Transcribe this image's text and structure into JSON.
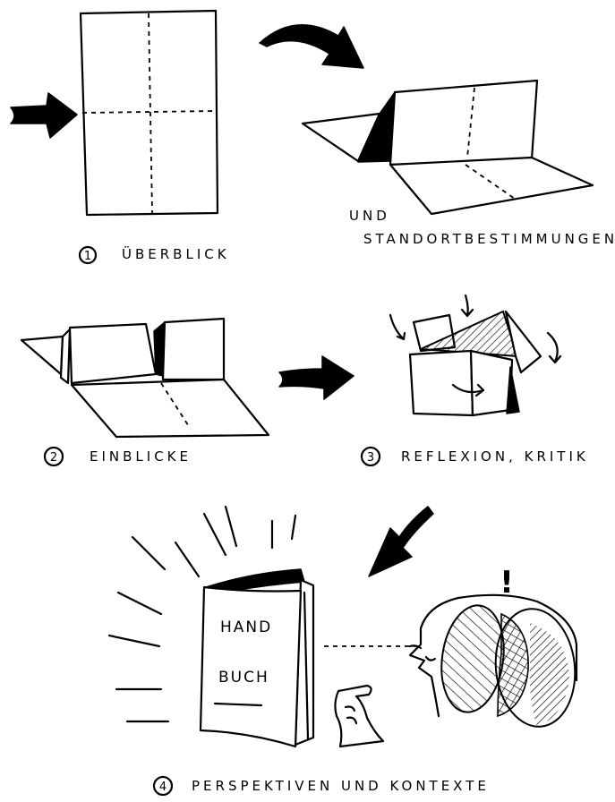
{
  "steps": [
    {
      "number": "1",
      "label": "ÜBERBLICK"
    },
    {
      "number": "",
      "label_line1": "UND",
      "label_line2": "STANDORTBESTIMMUNGEN"
    },
    {
      "number": "2",
      "label": "EINBLICKE"
    },
    {
      "number": "3",
      "label": "REFLEXION, KRITIK"
    },
    {
      "number": "4",
      "label": "PERSPEKTIVEN UND KONTEXTE"
    }
  ],
  "book": {
    "title_line1": "HAND",
    "title_line2": "BUCH"
  },
  "exclamation": "!"
}
